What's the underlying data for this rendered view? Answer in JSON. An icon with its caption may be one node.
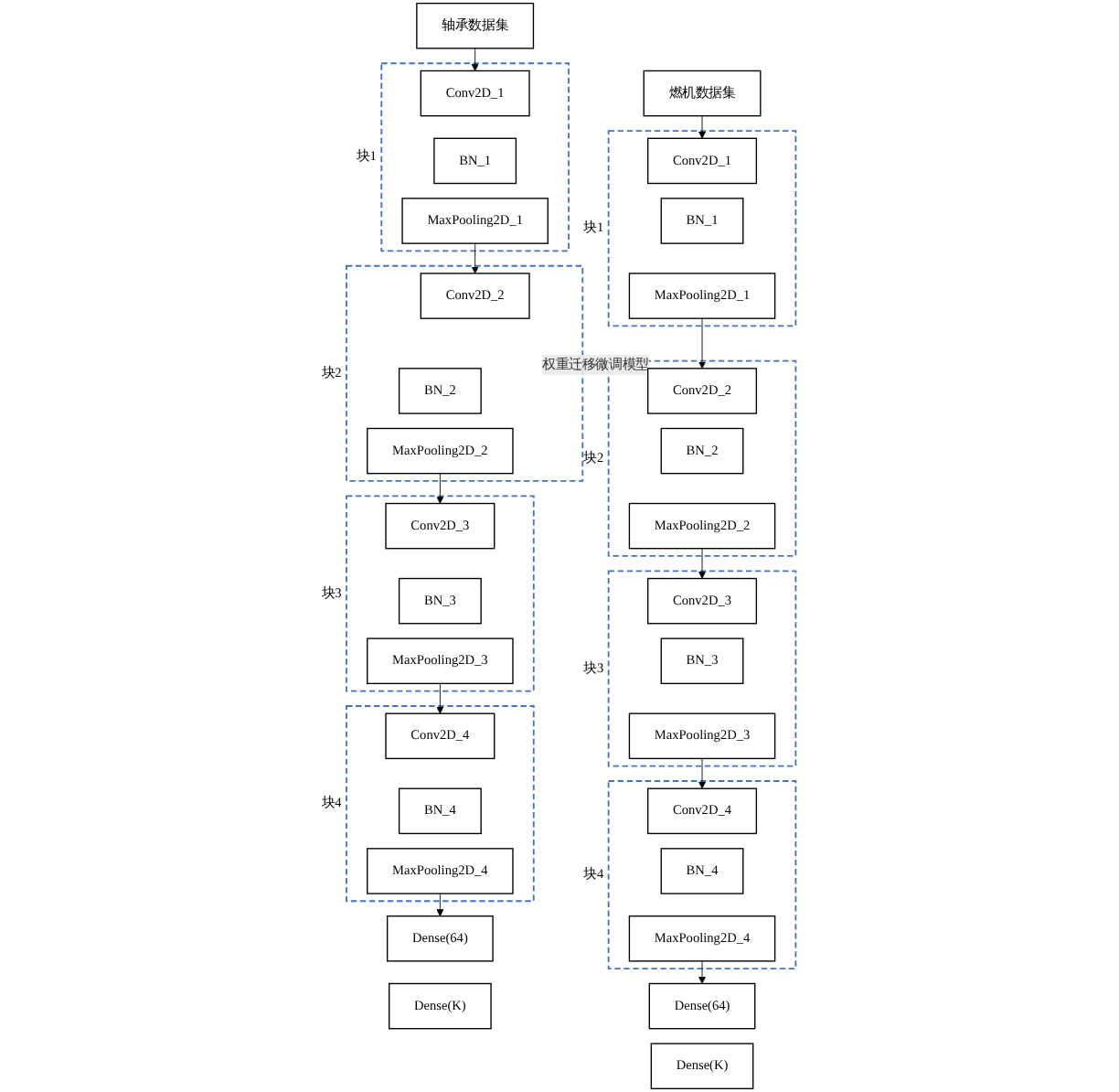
{
  "diagram": {
    "nodes": [
      {
        "text": [
          "轴承数据集"
        ]
      },
      {
        "text": [
          "块1"
        ]
      },
      {
        "text": [
          "Conv2D_1"
        ],
        "in": 1
      },
      {
        "text": [
          "BN_1"
        ],
        "in": 1
      },
      {
        "text": [
          "MaxPooling2D_1"
        ],
        "in": 1
      },
      {
        "text": [
          "块2"
        ]
      },
      {
        "text": [
          "Conv2D_2"
        ],
        "in": 5
      },
      {
        "text": [
          "BN_2"
        ],
        "in": 5
      },
      {
        "text": [
          "MaxPooling2D_2"
        ],
        "in": 5
      },
      {
        "text": [
          "块3"
        ]
      },
      {
        "text": [
          "Conv2D_3"
        ],
        "in": 9
      },
      {
        "text": [
          "BN_3"
        ],
        "in": 9
      },
      {
        "text": [
          "MaxPooling2D_3"
        ],
        "in": 9
      },
      {
        "text": [
          "块4"
        ]
      },
      {
        "text": [
          "Conv2D_4"
        ],
        "in": 13
      },
      {
        "text": [
          "BN_4"
        ],
        "in": 13
      },
      {
        "text": [
          "MaxPooling2D_4"
        ],
        "in": 13
      },
      {
        "text": [
          "Dense(64)"
        ]
      },
      {
        "text": [
          "Dense(K)"
        ]
      },
      {
        "text": [
          "燃机数据集"
        ]
      },
      {
        "text": [
          "块1"
        ]
      },
      {
        "text": [
          "Conv2D_1"
        ],
        "in": 20
      },
      {
        "text": [
          "BN_1"
        ],
        "in": 20
      },
      {
        "text": [
          "MaxPooling2D_1"
        ],
        "in": 20
      },
      {
        "text": [
          "块2"
        ]
      },
      {
        "text": [
          "Conv2D_2"
        ],
        "in": 24
      },
      {
        "text": [
          "BN_2"
        ],
        "in": 24
      },
      {
        "text": [
          "MaxPooling2D_2"
        ],
        "in": 24
      },
      {
        "text": [
          "块3"
        ]
      },
      {
        "text": [
          "Conv2D_3"
        ],
        "in": 28
      },
      {
        "text": [
          "BN_3"
        ],
        "in": 28
      },
      {
        "text": [
          "MaxPooling2D_3"
        ],
        "in": 28
      },
      {
        "text": [
          "块4"
        ]
      },
      {
        "text": [
          "Conv2D_4"
        ],
        "in": 32
      },
      {
        "text": [
          "BN_4"
        ],
        "in": 32
      },
      {
        "text": [
          "MaxPooling2D_4"
        ],
        "in": 32
      },
      {
        "text": [
          "Dense(64)"
        ]
      },
      {
        "text": [
          "Dense(K)"
        ]
      }
    ],
    "edges": [
      {
        "from": 0,
        "to": 2,
        "arrow": "to"
      },
      {
        "from": 4,
        "to": 6,
        "arrow": "to"
      },
      {
        "from": 8,
        "to": 10,
        "arrow": "to"
      },
      {
        "from": 12,
        "to": 14,
        "arrow": "to"
      },
      {
        "from": 16,
        "to": 17,
        "arrow": "to"
      },
      {
        "from": 19,
        "to": 21,
        "arrow": "to"
      },
      {
        "from": 23,
        "to": 25,
        "arrow": "to"
      },
      {
        "from": 27,
        "to": 29,
        "arrow": "to"
      },
      {
        "from": 31,
        "to": 33,
        "arrow": "to"
      },
      {
        "from": 35,
        "to": 36,
        "arrow": "to"
      },
      {
        "from": 5,
        "to": 24,
        "arrow": "to",
        "label": "权重迁移微调模型",
        "style": "thick"
      }
    ]
  }
}
